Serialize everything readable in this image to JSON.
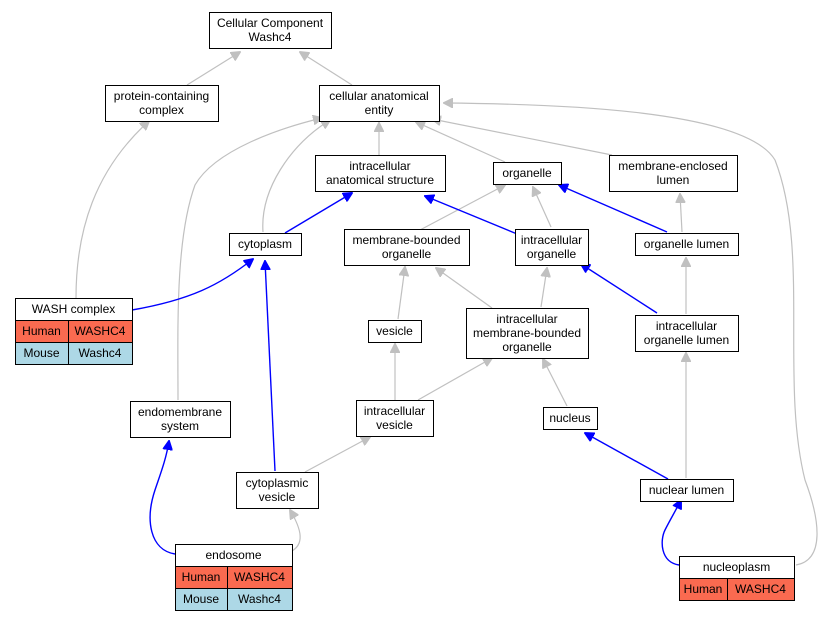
{
  "colors": {
    "is_a_edge": "#c0c0c0",
    "part_of_edge": "#0000ff",
    "human_cell": "#fa6a50",
    "mouse_cell": "#add8e6"
  },
  "nodes": {
    "root": {
      "lines": [
        "Cellular Component",
        "Washc4"
      ]
    },
    "protein_complex": {
      "lines": [
        "protein-containing",
        "complex"
      ]
    },
    "cellular_entity": {
      "lines": [
        "cellular anatomical",
        "entity"
      ]
    },
    "intracellular_structure": {
      "lines": [
        "intracellular",
        "anatomical structure"
      ]
    },
    "organelle": {
      "lines": [
        "organelle"
      ]
    },
    "membrane_enclosed_lumen": {
      "lines": [
        "membrane-enclosed",
        "lumen"
      ]
    },
    "cytoplasm": {
      "lines": [
        "cytoplasm"
      ]
    },
    "membrane_bounded_organelle": {
      "lines": [
        "membrane-bounded",
        "organelle"
      ]
    },
    "intracellular_organelle": {
      "lines": [
        "intracellular",
        "organelle"
      ]
    },
    "organelle_lumen": {
      "lines": [
        "organelle lumen"
      ]
    },
    "wash_complex": {
      "lines": [
        "WASH complex"
      ]
    },
    "vesicle": {
      "lines": [
        "vesicle"
      ]
    },
    "intracellular_mb_organelle": {
      "lines": [
        "intracellular",
        "membrane-bounded",
        "organelle"
      ]
    },
    "intracellular_organelle_lumen": {
      "lines": [
        "intracellular",
        "organelle lumen"
      ]
    },
    "endomembrane_system": {
      "lines": [
        "endomembrane",
        "system"
      ]
    },
    "intracellular_vesicle": {
      "lines": [
        "intracellular",
        "vesicle"
      ]
    },
    "nucleus": {
      "lines": [
        "nucleus"
      ]
    },
    "cytoplasmic_vesicle": {
      "lines": [
        "cytoplasmic",
        "vesicle"
      ]
    },
    "nuclear_lumen": {
      "lines": [
        "nuclear lumen"
      ]
    },
    "endosome": {
      "lines": [
        "endosome"
      ]
    },
    "nucleoplasm": {
      "lines": [
        "nucleoplasm"
      ]
    }
  },
  "annotations": {
    "wash_complex": [
      {
        "species": "Human",
        "gene": "WASHC4"
      },
      {
        "species": "Mouse",
        "gene": "Washc4"
      }
    ],
    "endosome": [
      {
        "species": "Human",
        "gene": "WASHC4"
      },
      {
        "species": "Mouse",
        "gene": "Washc4"
      }
    ],
    "nucleoplasm": [
      {
        "species": "Human",
        "gene": "WASHC4"
      }
    ]
  }
}
